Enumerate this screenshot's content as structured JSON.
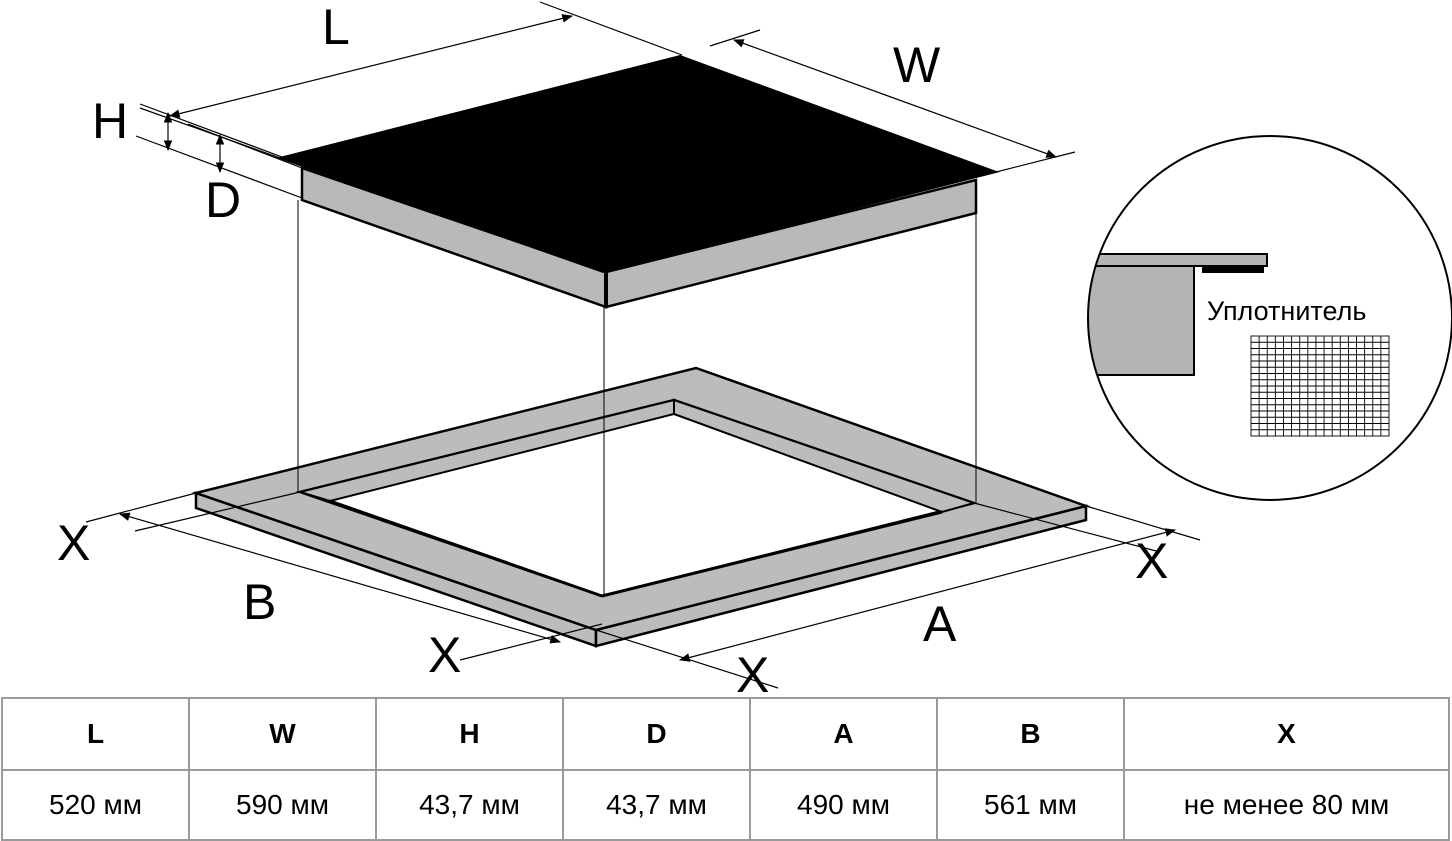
{
  "labels": {
    "L": "L",
    "W": "W",
    "H": "H",
    "D": "D",
    "B": "B",
    "A": "A",
    "X1": "X",
    "X2": "X",
    "X3": "X",
    "X4": "X"
  },
  "detail": {
    "seal_label": "Уплотнитель"
  },
  "table": {
    "headers": [
      "L",
      "W",
      "H",
      "D",
      "A",
      "B",
      "X"
    ],
    "values": [
      "520 мм",
      "590 мм",
      "43,7 мм",
      "43,7 мм",
      "490 мм",
      "561 мм",
      "не менее 80 мм"
    ]
  },
  "colors": {
    "glass": "#000000",
    "body": "#b9b9b9",
    "frame": "#bcbcbc",
    "seal_body": "#b4b4b4",
    "table_border": "#9a9a9a"
  }
}
